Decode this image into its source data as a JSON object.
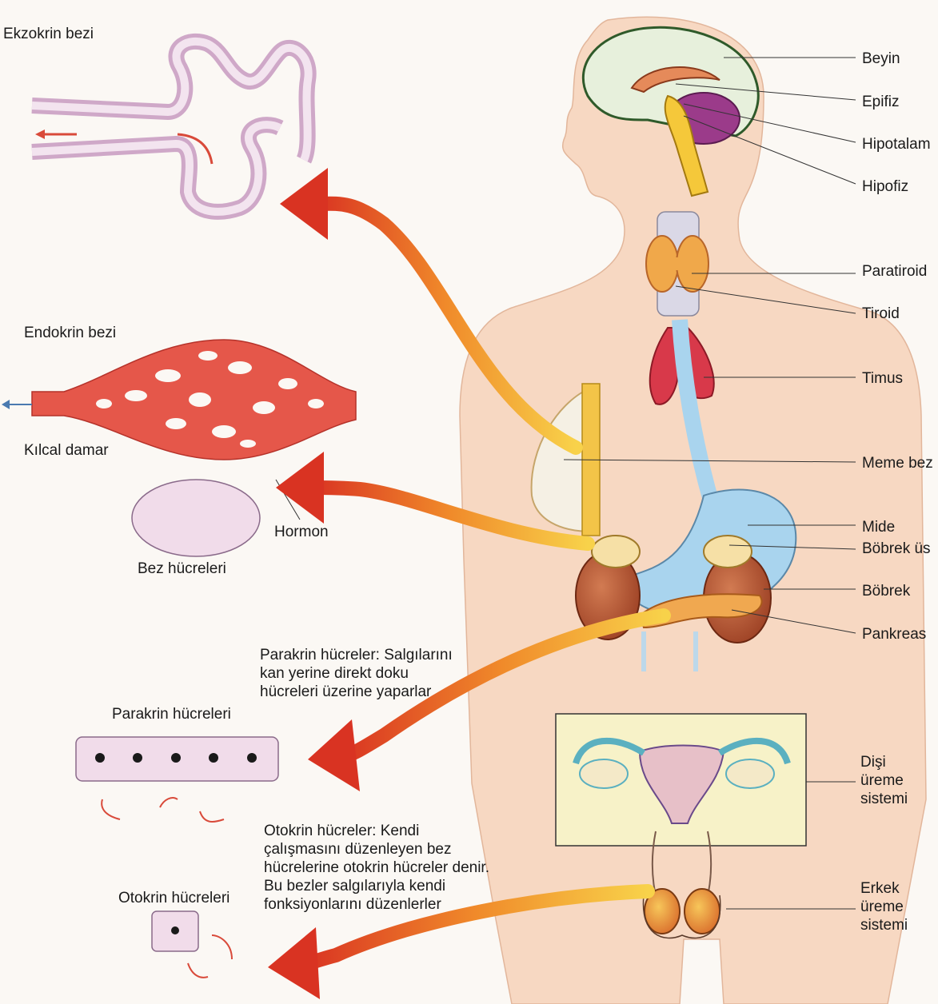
{
  "left_labels": {
    "exocrine_gland": "Ekzokrin bezi",
    "endocrine_gland": "Endokrin bezi",
    "capillary": "Kılcal damar",
    "hormone": "Hormon",
    "gland_cells": "Bez hücreleri",
    "paracrine_description": "Parakrin hücreler: Salgılarını\nkan yerine direkt doku\nhücreleri üzerine yaparlar",
    "paracrine_cells": "Parakrin hücreleri",
    "autocrine_description": "Otokrin hücreler: Kendi\nçalışmasını düzenleyen bez\nhücrelerine otokrin hücreler denir.\nBu bezler salgılarıyla kendi\nfonksiyonlarını düzenlerler",
    "autocrine_cells": "Otokrin hücreleri"
  },
  "organ_labels": {
    "brain": "Beyin",
    "pineal": "Epifiz",
    "hypothalamus": "Hipotalam",
    "pituitary": "Hipofiz",
    "parathyroid": "Paratiroid",
    "thyroid": "Tiroid",
    "thymus": "Timus",
    "mammary": "Meme bez",
    "stomach": "Mide",
    "adrenal": "Böbrek üs",
    "kidney": "Böbrek",
    "pancreas": "Pankreas",
    "female_reproductive": "Dişi\nüreme\nsistemi",
    "male_reproductive": "Erkek\nüreme\nsistemi"
  },
  "colors": {
    "skin": "#f7d8c2",
    "arrow_red": "#e0402a",
    "arrow_yellow": "#f6c232",
    "capillary_red": "#e5574a",
    "cell_pink": "#f1dcea",
    "kidney_brown": "#b7532e",
    "stomach_blue": "#a9d4ee"
  }
}
